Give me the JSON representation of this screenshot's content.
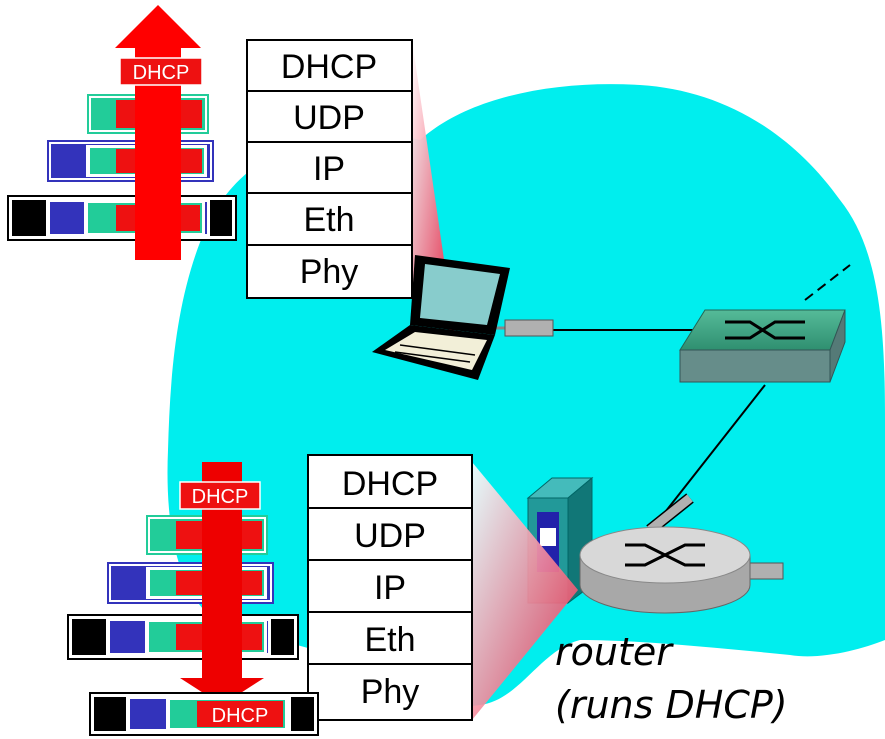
{
  "top_stack": {
    "layers": [
      "DHCP",
      "UDP",
      "IP",
      "Eth",
      "Phy"
    ],
    "tag": "DHCP"
  },
  "bottom_stack": {
    "layers": [
      "DHCP",
      "UDP",
      "IP",
      "Eth",
      "Phy"
    ],
    "tag": "DHCP"
  },
  "router_label": {
    "line1": "router",
    "line2": "(runs DHCP)"
  },
  "colors": {
    "cloud": "#00eeee",
    "arrow": "#ff0000",
    "packet_dhcp": "#ee1111",
    "packet_udp": "#22cc99",
    "packet_ip": "#3333bb",
    "packet_eth": "#000000",
    "switch": "#339977",
    "router": "#d0d0d0"
  }
}
